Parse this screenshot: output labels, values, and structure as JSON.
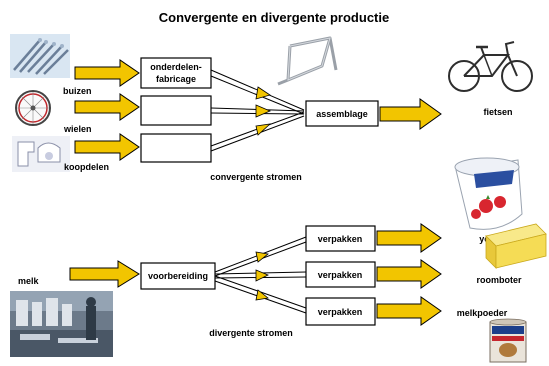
{
  "title": "Convergente en divergente productie",
  "convergent": {
    "inputs": [
      "buizen",
      "wielen",
      "koopdelen"
    ],
    "boxes": [
      "onderdelen-",
      "fabricage"
    ],
    "assembly": "assemblage",
    "output": "fietsen",
    "caption": "convergente stromen"
  },
  "divergent": {
    "input": "melk",
    "prep": "voorbereiding",
    "pack": [
      "verpakken",
      "verpakken",
      "verpakken"
    ],
    "outputs": [
      "yoghurt",
      "roomboter",
      "melkpoeder"
    ],
    "caption": "divergente stromen"
  },
  "colors": {
    "arrow": "#f2c500",
    "yoghurt_red": "#d8262f",
    "butter": "#f5dc55"
  },
  "icons": [
    "tubes-image",
    "wheel-image",
    "fittings-image",
    "frame-image",
    "bicycle-image",
    "yoghurt-cup-image",
    "butter-image",
    "milk-factory-image",
    "milk-powder-can-image"
  ]
}
